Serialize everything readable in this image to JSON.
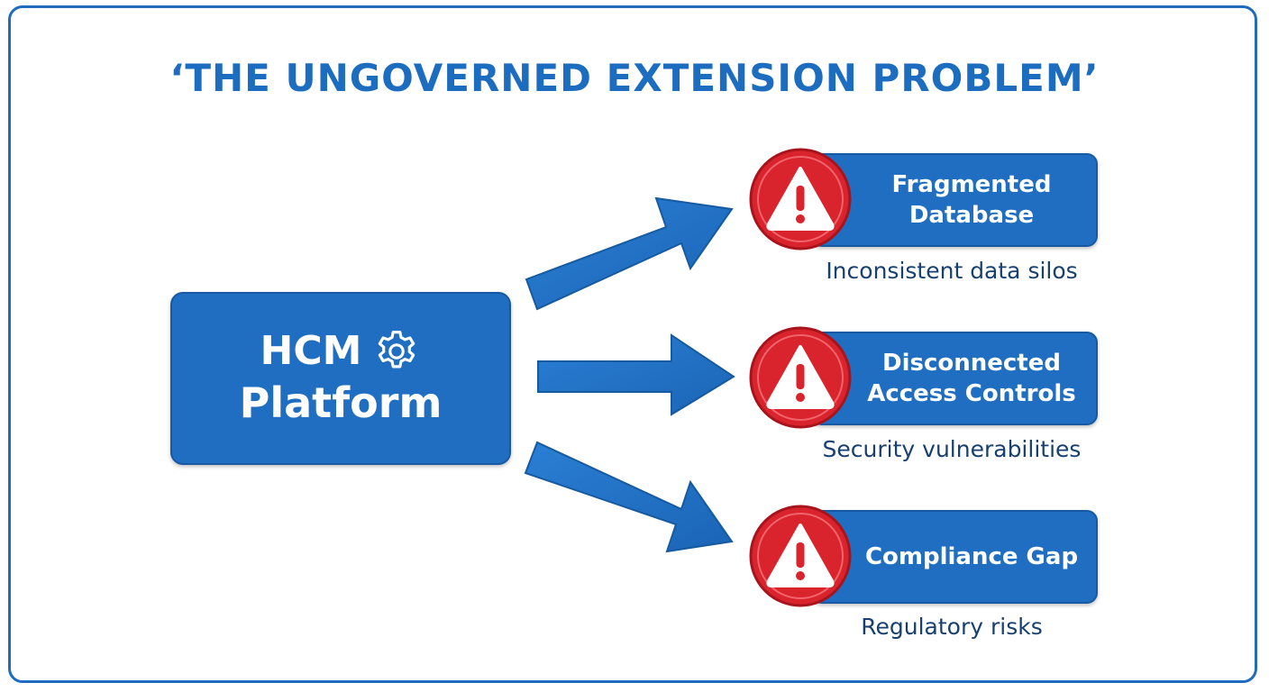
{
  "title": "‘THE UNGOVERNED EXTENSION PROBLEM’",
  "hub": {
    "line1": "HCM",
    "line2": "Platform",
    "icon": "gear-icon"
  },
  "risks": [
    {
      "label": "Fragmented Database",
      "description": "Inconsistent data silos",
      "icon": "warning-icon"
    },
    {
      "label": "Disconnected Access Controls",
      "description": "Security vulnerabilities",
      "icon": "warning-icon"
    },
    {
      "label": "Compliance Gap",
      "description": "Regulatory risks",
      "icon": "warning-icon"
    }
  ],
  "colors": {
    "primary_blue": "#1f6ec2",
    "title_blue": "#1c6cc0",
    "warning_red": "#d9232d",
    "description_text": "#173f6f"
  }
}
